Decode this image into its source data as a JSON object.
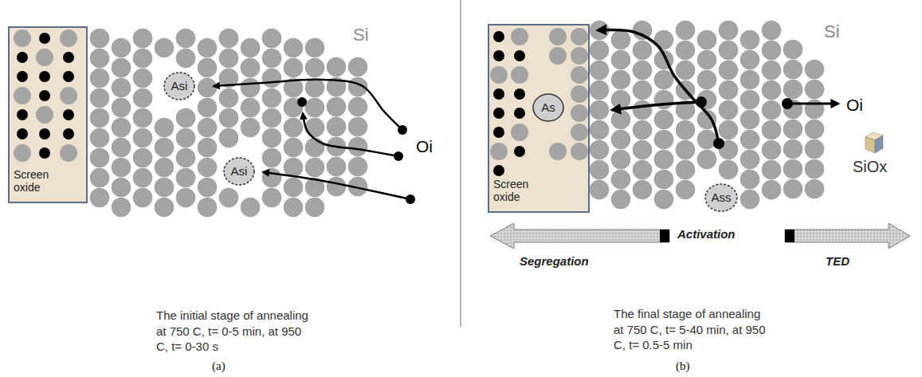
{
  "diagram": {
    "nodes": [
      {
        "text": [
          "Screen oxide"
        ]
      },
      {
        "text": [
          "Asi"
        ]
      },
      {
        "text": [
          "Asi"
        ]
      },
      {
        "text": [
          "Screen oxide"
        ]
      },
      {
        "text": [
          "As"
        ],
        "in": 3
      },
      {
        "text": [
          "Ass"
        ]
      }
    ],
    "labels": [
      "Si",
      "Oi",
      "The initial stage of annealing at 750 C, t= 0-5 min, at 950 C, t= 0-30 s",
      "(a)",
      "Si",
      "Oi",
      "SiOx",
      "Activation",
      "Segregation",
      "TED",
      "The final stage of annealing at 750 C, t= 5-40 min, at 950 C, t= 0.5-5 min",
      "(b)"
    ]
  }
}
